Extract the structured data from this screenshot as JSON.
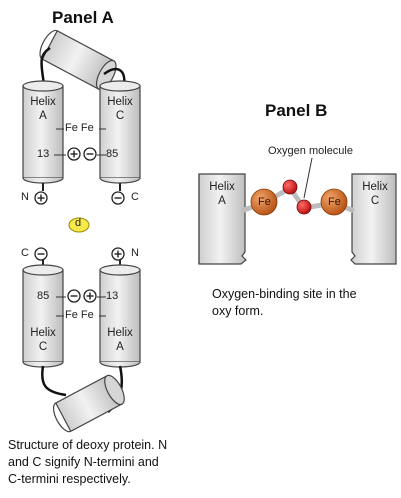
{
  "panel_a": {
    "title": "Panel A",
    "top": {
      "helix_left": [
        "Helix",
        "A"
      ],
      "helix_right": [
        "Helix",
        "C"
      ],
      "fe_label": "Fe Fe",
      "num_left": "13",
      "num_right": "85",
      "terminus_left": "N",
      "terminus_right": "C"
    },
    "marker": "d",
    "bottom": {
      "helix_left": [
        "Helix",
        "C"
      ],
      "helix_right": [
        "Helix",
        "A"
      ],
      "fe_label": "Fe Fe",
      "num_left": "85",
      "num_right": "13",
      "terminus_left": "C",
      "terminus_right": "N"
    },
    "caption": [
      "Structure of deoxy protein. N",
      "and C signify N-termini and",
      "C-termini respectively."
    ]
  },
  "panel_b": {
    "title": "Panel B",
    "oxygen_label": "Oxygen molecule",
    "helix_left": [
      "Helix",
      "A"
    ],
    "helix_right": [
      "Helix",
      "C"
    ],
    "fe_left": "Fe",
    "fe_right": "Fe",
    "caption": [
      "Oxygen-binding site in the",
      "oxy form."
    ]
  },
  "colors": {
    "helix_fill": "#e2e2e2",
    "helix_stroke": "#444444",
    "iron": "#c8641e",
    "oxygen": "#d41a1a",
    "marker_fill": "#f7e94a"
  }
}
